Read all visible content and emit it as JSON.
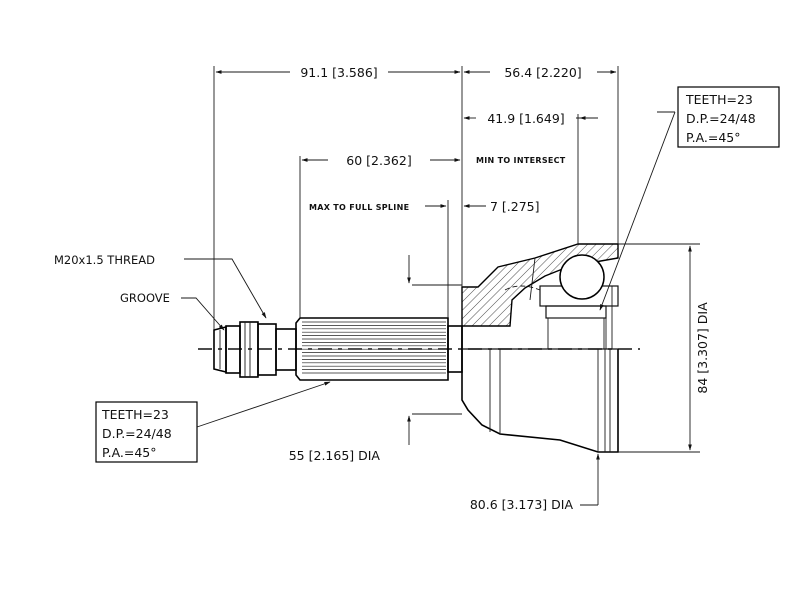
{
  "dimensions": {
    "overall_stub": "91.1 [3.586]",
    "bell_length": "56.4 [2.220]",
    "intersect": "41.9 [1.649]",
    "spline_min": "60 [2.362]",
    "spline_min_note": "MIN TO INTERSECT",
    "full_spline_note": "MAX TO FULL SPLINE",
    "offset": "7 [.275]",
    "shaft_dia": "55 [2.165] DIA",
    "bell_dia": "80.6 [3.173] DIA",
    "outer_dia": "84 [3.307] DIA"
  },
  "callouts": {
    "thread": "M20x1.5 THREAD",
    "groove": "GROOVE"
  },
  "spec_boxes": {
    "inner": {
      "teeth": "TEETH=23",
      "dp": "D.P.=24/48",
      "pa": "P.A.=45°"
    },
    "outer": {
      "teeth": "TEETH=23",
      "dp": "D.P.=24/48",
      "pa": "P.A.=45°"
    }
  }
}
